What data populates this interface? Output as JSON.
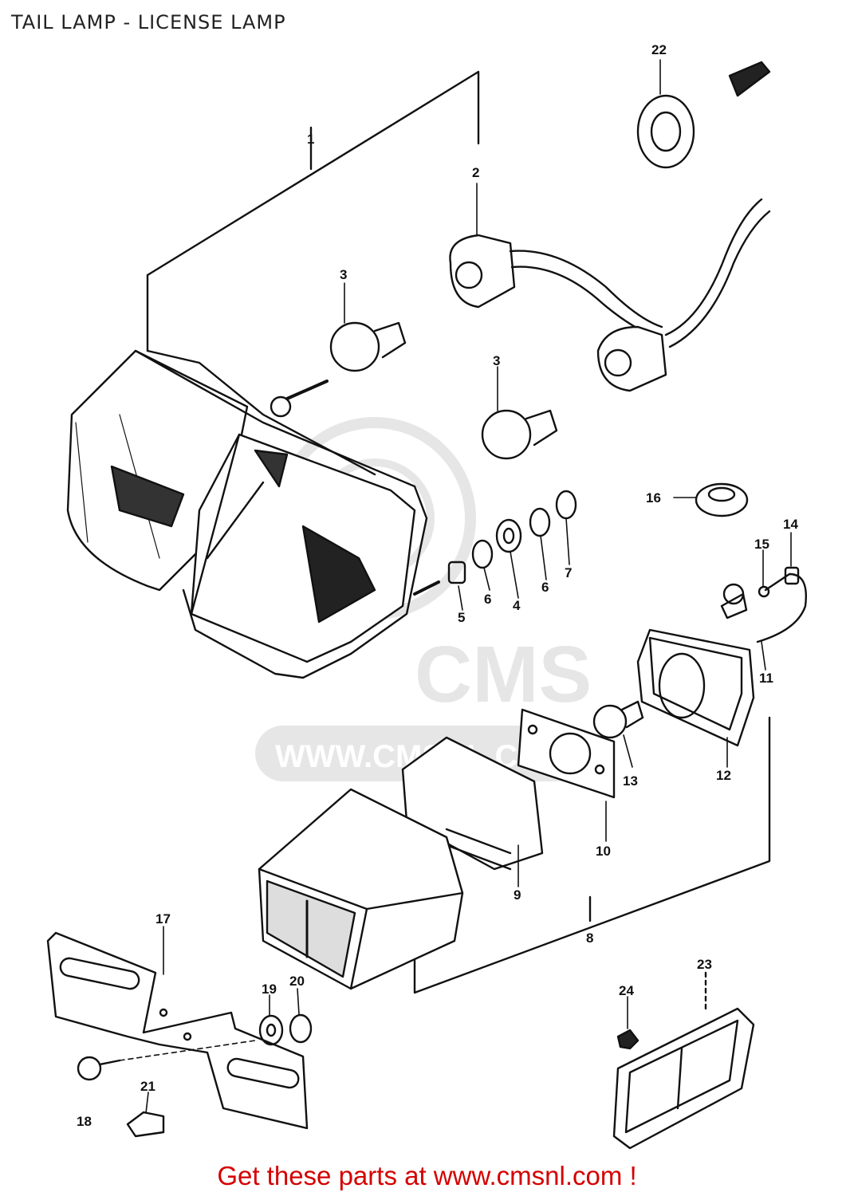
{
  "header": {
    "title": "TAIL LAMP - LICENSE LAMP"
  },
  "watermark": {
    "logo_text": "CMS",
    "url_text": "WWW.CMSNL.COM",
    "color": "#e4e4e4"
  },
  "callouts": [
    {
      "id": "c1",
      "label": "1"
    },
    {
      "id": "c2",
      "label": "2"
    },
    {
      "id": "c3a",
      "label": "3"
    },
    {
      "id": "c3b",
      "label": "3"
    },
    {
      "id": "c4",
      "label": "4"
    },
    {
      "id": "c5",
      "label": "5"
    },
    {
      "id": "c6a",
      "label": "6"
    },
    {
      "id": "c6b",
      "label": "6"
    },
    {
      "id": "c7",
      "label": "7"
    },
    {
      "id": "c8",
      "label": "8"
    },
    {
      "id": "c9",
      "label": "9"
    },
    {
      "id": "c10",
      "label": "10"
    },
    {
      "id": "c11",
      "label": "11"
    },
    {
      "id": "c12",
      "label": "12"
    },
    {
      "id": "c13",
      "label": "13"
    },
    {
      "id": "c14",
      "label": "14"
    },
    {
      "id": "c15",
      "label": "15"
    },
    {
      "id": "c16",
      "label": "16"
    },
    {
      "id": "c17",
      "label": "17"
    },
    {
      "id": "c18",
      "label": "18"
    },
    {
      "id": "c19",
      "label": "19"
    },
    {
      "id": "c20",
      "label": "20"
    },
    {
      "id": "c21",
      "label": "21"
    },
    {
      "id": "c22",
      "label": "22"
    },
    {
      "id": "c23",
      "label": "23"
    },
    {
      "id": "c24",
      "label": "24"
    }
  ],
  "footer": {
    "cta_text": "Get these parts at www.cmsnl.com !",
    "cta_color": "#d40000"
  }
}
